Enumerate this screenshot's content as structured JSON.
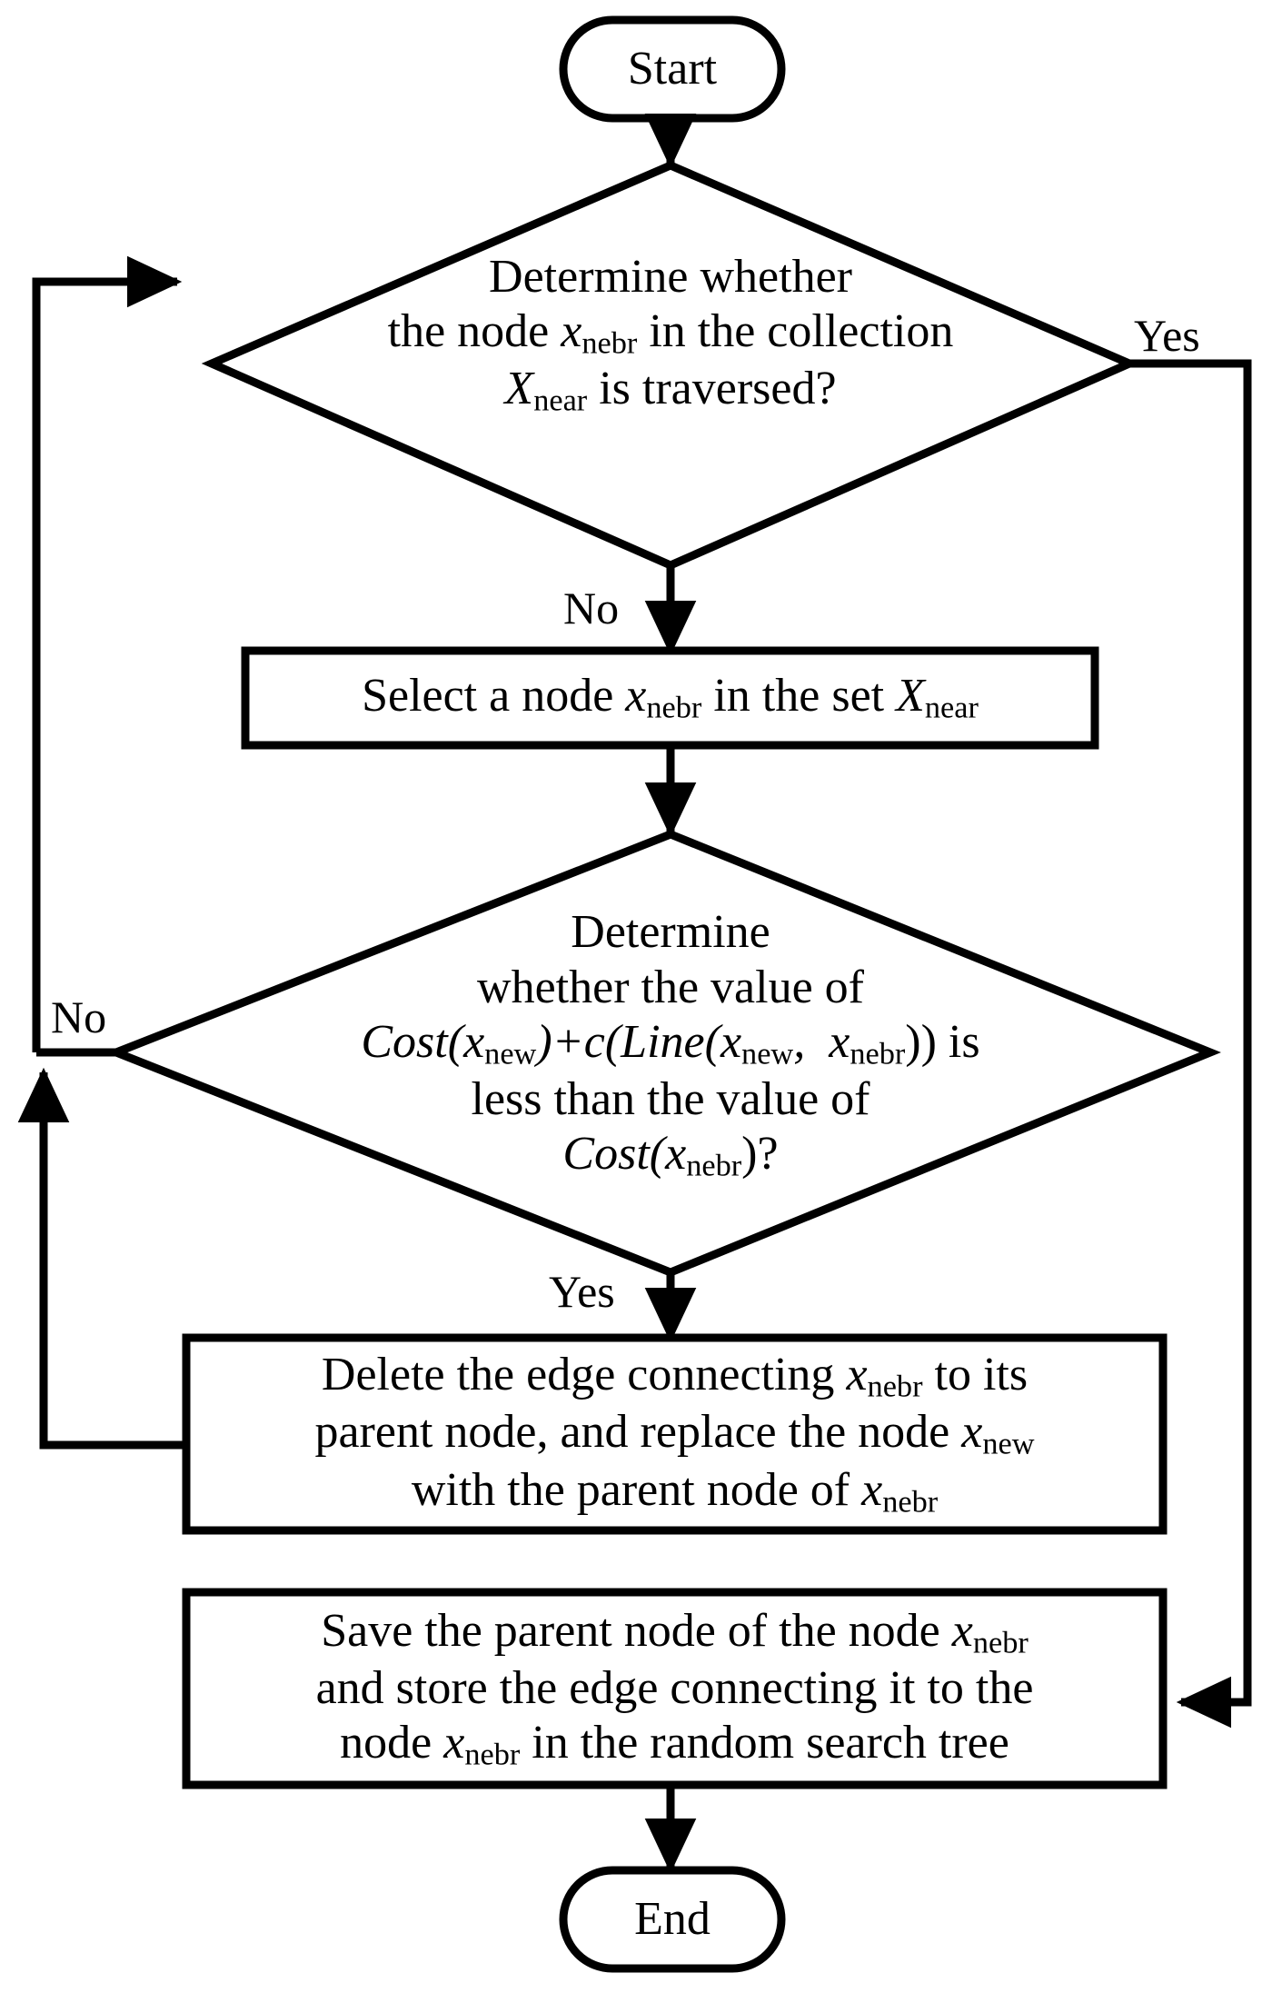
{
  "diagram": {
    "title": "RRT* rewire procedure flowchart",
    "stroke_color": "#000000",
    "fill_color": "#ffffff",
    "nodes": {
      "start": {
        "type": "terminator",
        "label": "Start"
      },
      "decision1": {
        "type": "decision",
        "line1": "Determine whether",
        "line2_a": "the node ",
        "line2_x": "x",
        "line2_sub": "nebr",
        "line2_b": " in the collection",
        "line3_x": "X",
        "line3_sub": "near",
        "line3_b": " is traversed?"
      },
      "process1": {
        "type": "process",
        "a": "Select a node ",
        "x1": "x",
        "x1sub": "nebr",
        "b": " in the set ",
        "x2": "X",
        "x2sub": "near"
      },
      "decision2": {
        "type": "decision",
        "line1": "Determine",
        "line2": "whether the value of",
        "line3_cost": "Cost",
        "line3_p1": "(",
        "line3_x1": "x",
        "line3_x1sub": "new",
        "line3_p2": ")+",
        "line3_c": "c",
        "line3_p3": "(",
        "line3_line": "Line",
        "line3_p4": "(",
        "line3_x2": "x",
        "line3_x2sub": "new",
        "line3_comma": ",  ",
        "line3_x3": "x",
        "line3_x3sub": "nebr",
        "line3_p5": ")) is",
        "line4": "less than the value of",
        "line5_cost": "Cost",
        "line5_p1": "(",
        "line5_x": "x",
        "line5_xsub": "nebr",
        "line5_p2": ")?"
      },
      "process2": {
        "type": "process",
        "l1a": "Delete the edge connecting ",
        "l1x": "x",
        "l1sub": "nebr",
        "l1b": " to its",
        "l2a": "parent node, and replace the node ",
        "l2x": "x",
        "l2sub": "new",
        "l3a": "with the parent node of ",
        "l3x": "x",
        "l3sub": "nebr"
      },
      "process3": {
        "type": "process",
        "l1a": "Save the parent node of the node ",
        "l1x": "x",
        "l1sub": "nebr",
        "l2": "and store the edge connecting it to the",
        "l3a": "node ",
        "l3x": "x",
        "l3sub": "nebr",
        "l3b": " in the random search tree"
      },
      "end": {
        "type": "terminator",
        "label": "End"
      }
    },
    "edge_labels": {
      "d1_yes": "Yes",
      "d1_no": "No",
      "d2_no": "No",
      "d2_yes": "Yes"
    }
  }
}
